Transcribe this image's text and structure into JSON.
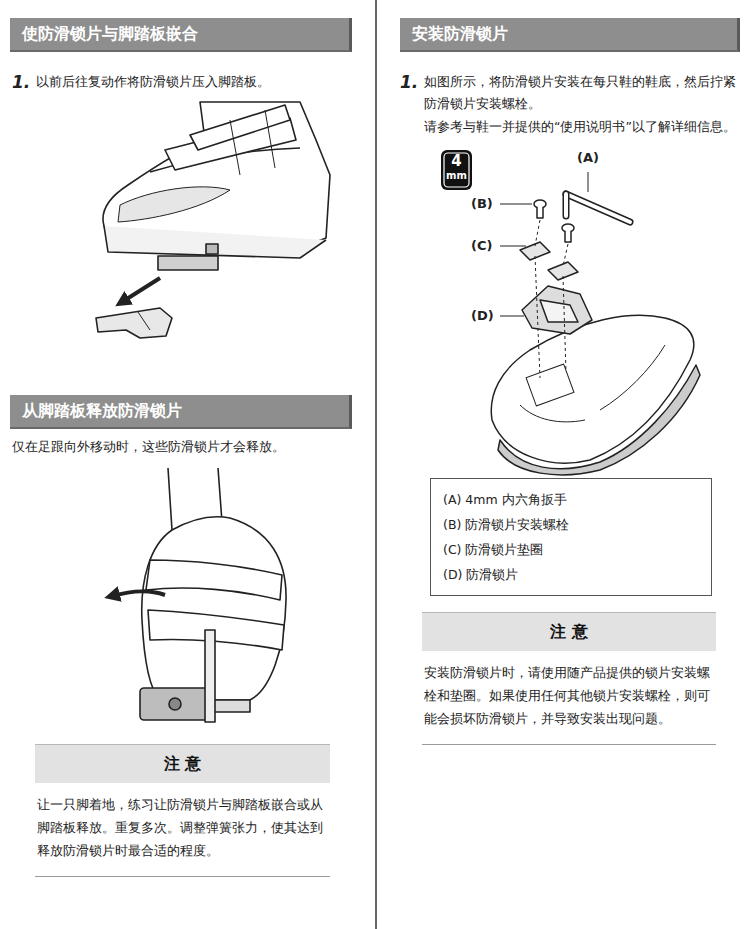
{
  "diagram": {
    "nodes": [
      {
        "text": [
          "使防滑锁片与脚踏板嵌合"
        ]
      },
      {
        "text": [
          "从脚踏板释放防滑锁片"
        ]
      },
      {
        "text": [
          "注 意",
          "让一只脚着地，练习让防滑锁片与脚踏板嵌合或从脚踏板释放。重复多次。调整弹簧张力，使其达到释放防滑锁片时最合适的程度。"
        ]
      },
      {
        "text": [
          "安装防滑锁片"
        ]
      },
      {
        "text": [
          "(A) 4mm 内六角扳手",
          "(B) 防滑锁片安装螺栓",
          "(C) 防滑锁片垫圈",
          "(D) 防滑锁片"
        ]
      },
      {
        "text": [
          "注 意",
          "安装防滑锁片时，请使用随产品提供的锁片安装螺栓和垫圈。如果使用任何其他锁片安装螺栓，则可能会损坏防滑锁片，并导致安装出现问题。"
        ]
      }
    ],
    "labels": [
      "1.",
      "以前后往复动作将防滑锁片压入脚踏板。",
      "仅在足跟向外移动时，这些防滑锁片才会释放。",
      "1.",
      "如图所示，将防滑锁片安装在每只鞋的鞋底，然后拧紧防滑锁片安装螺栓。",
      "请参考与鞋一并提供的“使用说明书”以了解详细信息。",
      "4",
      "mm",
      "(A)",
      "(B)",
      "(C)",
      "(D)"
    ]
  }
}
